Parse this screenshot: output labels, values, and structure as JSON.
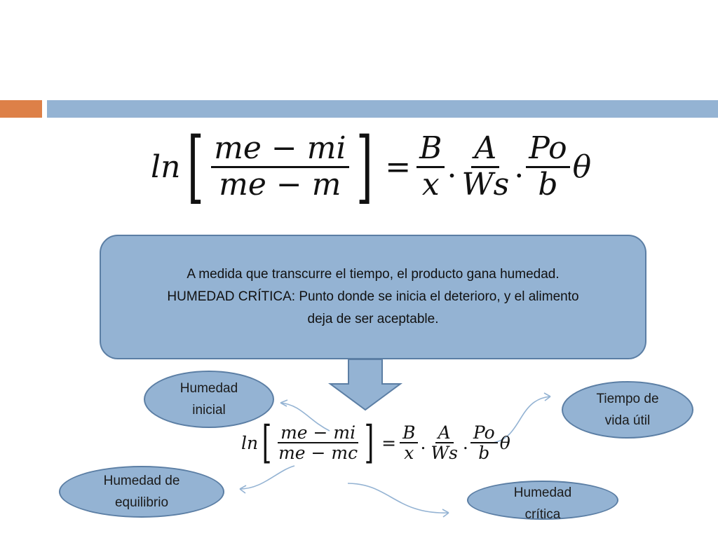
{
  "equation": {
    "ln": "ln",
    "lhs_num": "me − mi",
    "lhs_den_main": "me − m",
    "lhs_den_small": "me − mc",
    "eq": "=",
    "B": "B",
    "x": "x",
    "A": "A",
    "Ws": "Ws",
    "Po": "Po",
    "b": "b",
    "theta": "θ",
    "dot": "."
  },
  "callout": {
    "line1": "A medida que transcurre el tiempo, el producto gana humedad.",
    "line2": "HUMEDAD CRÍTICA: Punto donde se inicia el deterioro, y el alimento",
    "line3": "deja de ser aceptable."
  },
  "labels": {
    "humedad_inicial_1": "Humedad",
    "humedad_inicial_2": "inicial",
    "tiempo_1": "Tiempo de",
    "tiempo_2": "vida útil",
    "equilibrio_1": "Humedad de",
    "equilibrio_2": "equilibrio",
    "critica_1": "Humedad",
    "critica_2": "crítica"
  },
  "colors": {
    "accent_orange": "#dd8048",
    "accent_blue": "#94b3d3",
    "shape_border": "#5b7ea4"
  }
}
